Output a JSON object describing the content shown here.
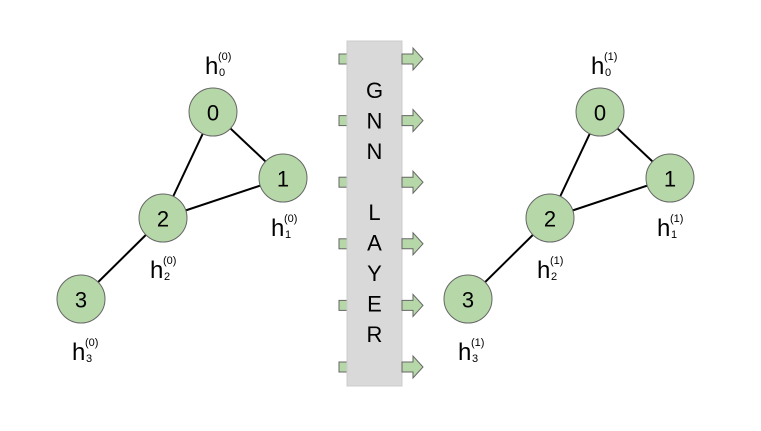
{
  "diagram": {
    "title": "GNN layer message passing",
    "colors": {
      "node_fill": "#b6d7a8",
      "node_stroke": "#666666",
      "edge": "#000000",
      "layer_fill": "#d9d9d9",
      "arrow_fill": "#b6d7a8"
    },
    "layer": {
      "letters": [
        "G",
        "N",
        "N",
        "",
        "L",
        "A",
        "Y",
        "E",
        "R"
      ],
      "port_count": 6
    },
    "graphs": [
      {
        "id": "input",
        "nodes": [
          {
            "id": "0",
            "label": "0",
            "h_main": "h",
            "h_sup": "(0)",
            "h_sub": "0"
          },
          {
            "id": "1",
            "label": "1",
            "h_main": "h",
            "h_sup": "(0)",
            "h_sub": "1"
          },
          {
            "id": "2",
            "label": "2",
            "h_main": "h",
            "h_sup": "(0)",
            "h_sub": "2"
          },
          {
            "id": "3",
            "label": "3",
            "h_main": "h",
            "h_sup": "(0)",
            "h_sub": "3"
          }
        ],
        "edges": [
          [
            "0",
            "1"
          ],
          [
            "0",
            "2"
          ],
          [
            "1",
            "2"
          ],
          [
            "2",
            "3"
          ]
        ]
      },
      {
        "id": "output",
        "nodes": [
          {
            "id": "0",
            "label": "0",
            "h_main": "h",
            "h_sup": "(1)",
            "h_sub": "0"
          },
          {
            "id": "1",
            "label": "1",
            "h_main": "h",
            "h_sup": "(1)",
            "h_sub": "1"
          },
          {
            "id": "2",
            "label": "2",
            "h_main": "h",
            "h_sup": "(1)",
            "h_sub": "2"
          },
          {
            "id": "3",
            "label": "3",
            "h_main": "h",
            "h_sup": "(1)",
            "h_sub": "3"
          }
        ],
        "edges": [
          [
            "0",
            "1"
          ],
          [
            "0",
            "2"
          ],
          [
            "1",
            "2"
          ],
          [
            "2",
            "3"
          ]
        ]
      }
    ]
  }
}
